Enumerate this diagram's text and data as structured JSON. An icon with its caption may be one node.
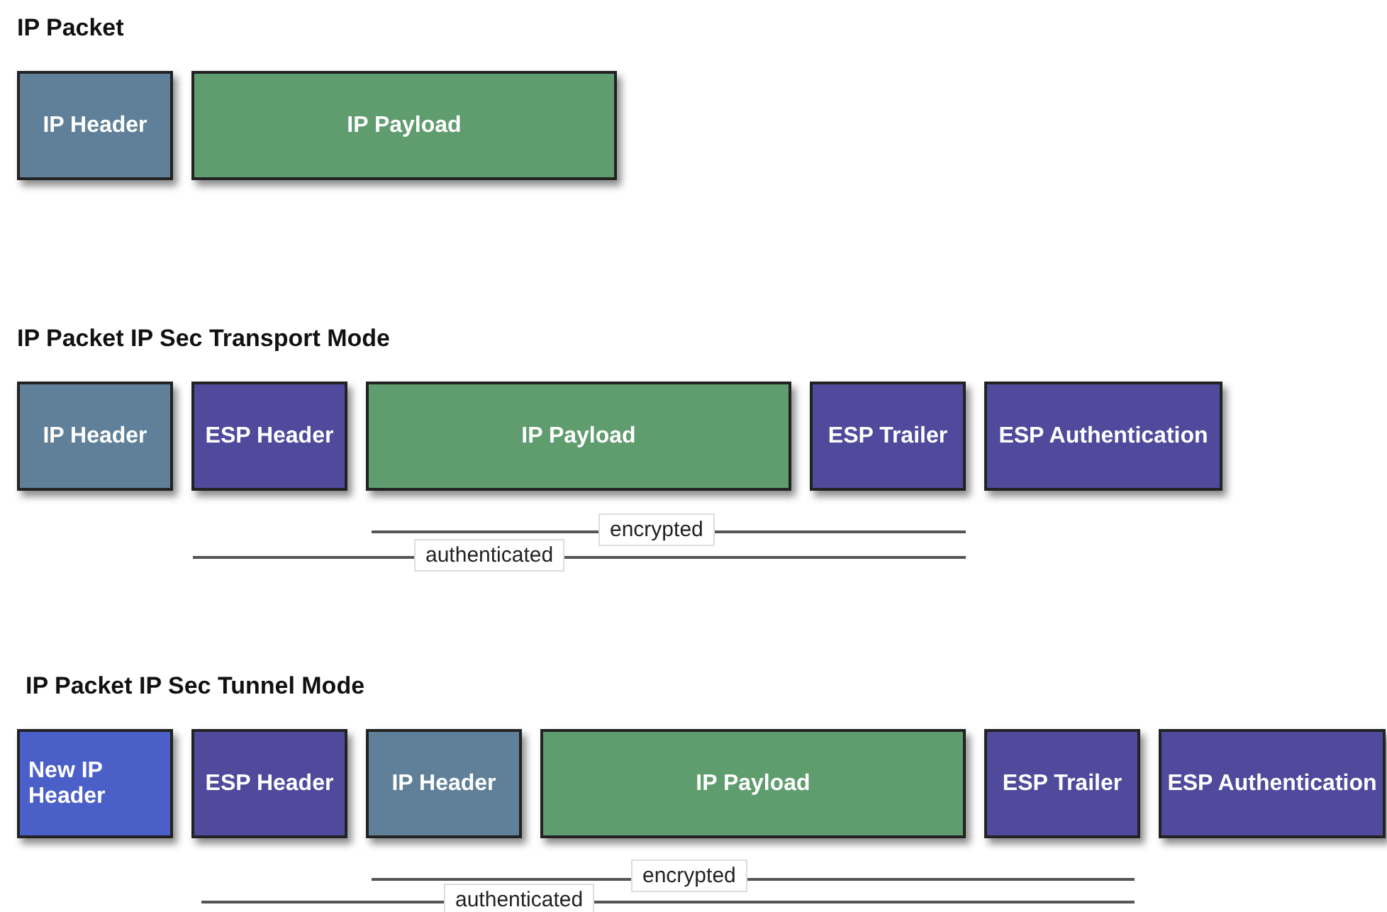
{
  "diagram": {
    "nodes": [
      {
        "text": [
          "IP Header"
        ]
      },
      {
        "text": [
          "IP Payload"
        ]
      },
      {
        "text": [
          "IP Header"
        ]
      },
      {
        "text": [
          "ESP Header"
        ]
      },
      {
        "text": [
          "IP Payload"
        ]
      },
      {
        "text": [
          "ESP Trailer"
        ]
      },
      {
        "text": [
          "ESP Authentication"
        ]
      },
      {
        "text": [
          "New IP Header"
        ]
      },
      {
        "text": [
          "ESP Header"
        ]
      },
      {
        "text": [
          "IP Header"
        ]
      },
      {
        "text": [
          "IP Payload"
        ]
      },
      {
        "text": [
          "ESP Trailer"
        ]
      },
      {
        "text": [
          "ESP Authentication"
        ]
      }
    ],
    "edges": [],
    "labels": [
      "IP Packet",
      "IP Packet IP Sec Transport Mode",
      "encrypted",
      "authenticated",
      "IP Packet IP Sec Tunnel Mode",
      "encrypted",
      "authenticated"
    ]
  }
}
